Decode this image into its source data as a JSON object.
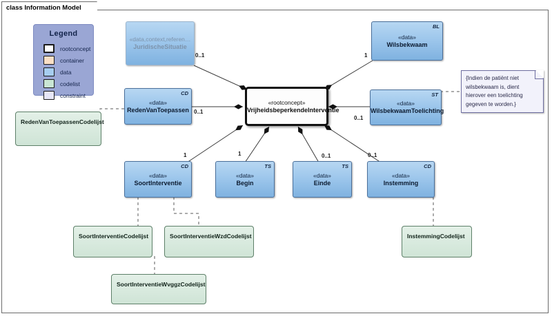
{
  "diagram": {
    "tab_label": "class Information Model",
    "type": "uml-class-diagram"
  },
  "legend": {
    "title": "Legend",
    "items": [
      {
        "label": "rootconcept",
        "color": "#ffffff"
      },
      {
        "label": "container",
        "color": "#fadfc5"
      },
      {
        "label": "data",
        "color": "#a6cdf0"
      },
      {
        "label": "codelist",
        "color": "#c9e6d4"
      },
      {
        "label": "constraint",
        "color": "#e6e6f7"
      }
    ]
  },
  "nodes": {
    "juridische_situatie": {
      "stereotype": "«data,context,referen…",
      "name": "JuridischeSituatie",
      "corner": ""
    },
    "wilsbekwaam": {
      "stereotype": "«data»",
      "name": "Wilsbekwaam",
      "corner": "BL"
    },
    "reden_van_toepassen": {
      "stereotype": "«data»",
      "name": "RedenVanToepassen",
      "corner": "CD"
    },
    "rootconcept": {
      "stereotype": "«rootconcept»",
      "name": "VrijheidsbeperkendeInterventie",
      "corner": ""
    },
    "wilsbekwaam_toelichting": {
      "stereotype": "«data»",
      "name": "WilsbekwaamToelichting",
      "corner": "ST"
    },
    "soort_interventie": {
      "stereotype": "«data»",
      "name": "SoortInterventie",
      "corner": "CD"
    },
    "begin": {
      "stereotype": "«data»",
      "name": "Begin",
      "corner": "TS"
    },
    "einde": {
      "stereotype": "«data»",
      "name": "Einde",
      "corner": "TS"
    },
    "instemming": {
      "stereotype": "«data»",
      "name": "Instemming",
      "corner": "CD"
    }
  },
  "codelists": {
    "reden_van_toepassen": {
      "name": "RedenVanToepassenCodelijst"
    },
    "soort_interventie": {
      "name": "SoortInterventieCodelijst"
    },
    "soort_interventie_wzd": {
      "name": "SoortInterventieWzdCodelijst"
    },
    "soort_interventie_wvggz": {
      "name": "SoortInterventieWvggzCodelijst"
    },
    "instemming": {
      "name": "InstemmingCodelijst"
    }
  },
  "note": {
    "text": "{Indien de patiënt niet wilsbekwaam is, dient hierover een toelichting gegeven te worden.}"
  },
  "multiplicities": {
    "juridische_situatie": "0..1",
    "wilsbekwaam": "1",
    "reden_van_toepassen": "0..1",
    "wilsbekwaam_toelichting": "0..1",
    "soort_interventie": "1",
    "begin": "1",
    "einde": "0..1",
    "instemming": "0..1"
  },
  "colors": {
    "data_fill": "#9ec7ec",
    "codelist_fill": "#d7e9dd",
    "legend_fill": "#9aa6d4",
    "note_fill": "#f2f2fb",
    "frame_border": "#6b6b6b"
  }
}
